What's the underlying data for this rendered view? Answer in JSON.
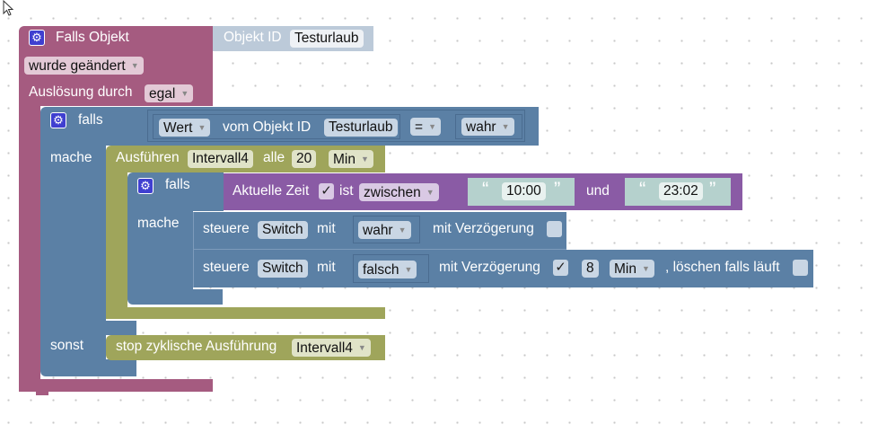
{
  "trigger_block": {
    "title": "Falls Objekt",
    "object_label": "Objekt ID",
    "object_id": "Testurlaub",
    "event": "wurde geändert",
    "trigger_label": "Auslösung durch",
    "trigger_value": "egal"
  },
  "if_block": {
    "falls_label": "falls",
    "mache_label": "mache",
    "sonst_label": "sonst",
    "condition": {
      "value_select": "Wert",
      "from_label": "vom Objekt ID",
      "object_id": "Testurlaub",
      "operator": "=",
      "compare_value": "wahr"
    }
  },
  "interval_block": {
    "label": "Ausführen",
    "name": "Intervall4",
    "every_label": "alle",
    "every_value": "20",
    "unit": "Min"
  },
  "inner_if": {
    "falls_label": "falls",
    "mache_label": "mache",
    "time_condition": {
      "label": "Aktuelle Zeit",
      "checked": "✓",
      "is_label": "ist",
      "mode": "zwischen",
      "open_quote": "“",
      "close_quote": "”",
      "start": "10:00",
      "and_label": "und",
      "end": "23:02"
    }
  },
  "control_1": {
    "label": "steuere",
    "target": "Switch",
    "with_label": "mit",
    "value": "wahr",
    "delay_label": "mit Verzögerung"
  },
  "control_2": {
    "label": "steuere",
    "target": "Switch",
    "with_label": "mit",
    "value": "falsch",
    "delay_label": "mit Verzögerung",
    "delay_checked": "✓",
    "delay_value": "8",
    "delay_unit": "Min",
    "clear_label": ", löschen falls läuft"
  },
  "stop_block": {
    "label": "stop zyklische Ausführung",
    "name": "Intervall4"
  },
  "icons": {
    "gear": "⚙",
    "dropdown": "▼"
  },
  "colors": {
    "trigger": "#a55b80",
    "logic": "#5b80a5",
    "timer": "#9fa55b",
    "time": "#8a5ba5",
    "text": "#b5d1cd"
  }
}
